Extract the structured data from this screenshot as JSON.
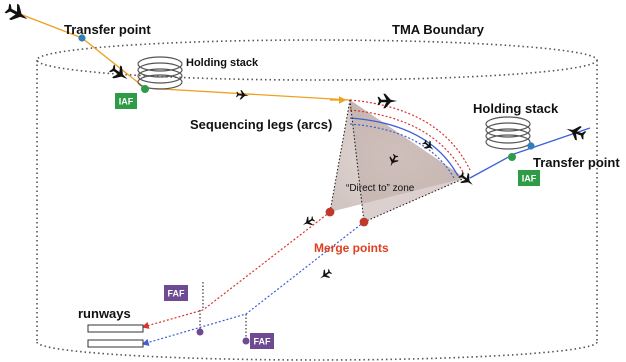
{
  "labels": {
    "transfer_point_left": "Transfer point",
    "transfer_point_right": "Transfer point",
    "tma_boundary": "TMA Boundary",
    "holding_stack_left": "Holding stack",
    "holding_stack_right": "Holding stack",
    "sequencing_legs": "Sequencing legs (arcs)",
    "direct_to_zone": "“Direct to” zone",
    "merge_points": "Merge points",
    "runways": "runways"
  },
  "badges": {
    "iaf_left": "IAF",
    "iaf_right": "IAF",
    "faf_upper": "FAF",
    "faf_lower": "FAF"
  },
  "colors": {
    "iaf_badge": "#2e9c47",
    "faf_badge": "#6d4a91",
    "left_route": "#f0a020",
    "right_route": "#3e5fd6",
    "red_arc": "#d9342b",
    "merge_point": "#c0392b",
    "transfer_point": "#2f7fb8",
    "merge_label": "#e04020",
    "direct_zone": "#a88070"
  },
  "icons": [
    "aircraft-icon",
    "holding-stack-icon",
    "transfer-point-icon",
    "merge-point-icon",
    "runway-icon"
  ]
}
